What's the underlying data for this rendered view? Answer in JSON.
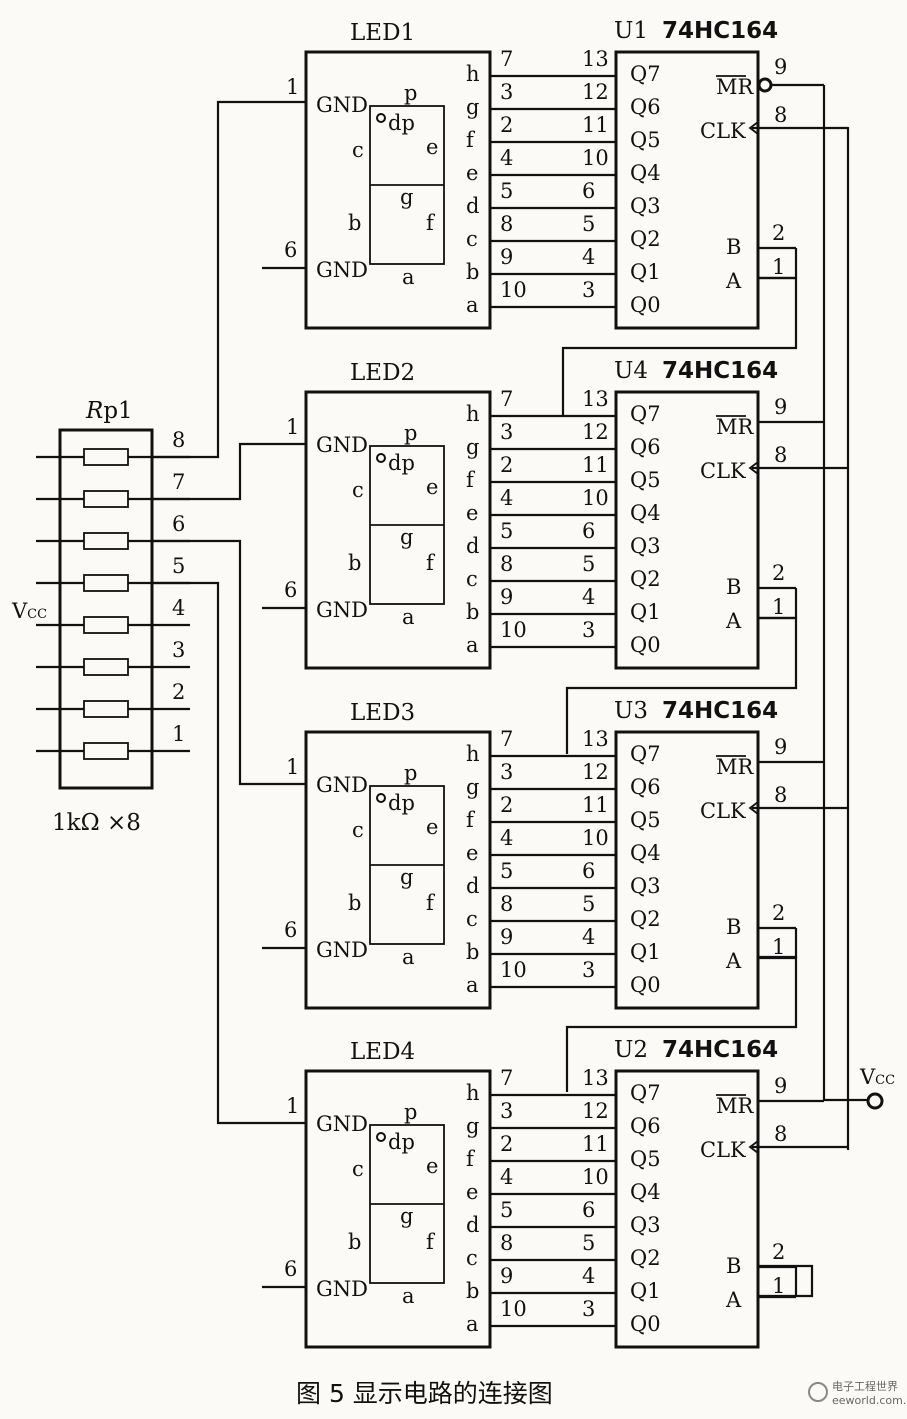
{
  "figure_caption": "图 5  显示电路的连接图",
  "watermark": {
    "text": "电子工程世界",
    "url": "eeworld.com.cn"
  },
  "colors": {
    "ink": "#111111",
    "paper": "#fbfaf7"
  },
  "vcc_label": "Vcc",
  "vcc_main": "V",
  "vcc_sub": "CC",
  "resistor_network": {
    "name_italic": "R",
    "name_rest": "p1",
    "value_label": "1kΩ ×8",
    "pins": [
      "8",
      "7",
      "6",
      "5",
      "4",
      "3",
      "2",
      "1"
    ]
  },
  "led_common": {
    "gnd_label": "GND",
    "gnd_pins": [
      "1",
      "6"
    ],
    "segment_labels": [
      "h",
      "g",
      "f",
      "e",
      "d",
      "c",
      "b",
      "a"
    ],
    "segment_pins": [
      "7",
      "3",
      "2",
      "4",
      "5",
      "8",
      "9",
      "10"
    ],
    "inner_labels": {
      "p": "p",
      "dp": "dp",
      "c": "c",
      "e": "e",
      "g": "g",
      "b": "b",
      "f": "f",
      "a": "a"
    }
  },
  "chip_common": {
    "part": "74HC164",
    "q_labels": [
      "Q7",
      "Q6",
      "Q5",
      "Q4",
      "Q3",
      "Q2",
      "Q1",
      "Q0"
    ],
    "q_pins": [
      "13",
      "12",
      "11",
      "10",
      "6",
      "5",
      "4",
      "3"
    ],
    "mr_label": "MR",
    "mr_pin": "9",
    "clk_label": "CLK",
    "clk_pin": "8",
    "b_label": "B",
    "b_pin": "2",
    "a_label": "A",
    "a_pin": "1"
  },
  "stages": [
    {
      "led_name": "LED1",
      "chip_ref": "U1"
    },
    {
      "led_name": "LED2",
      "chip_ref": "U4"
    },
    {
      "led_name": "LED3",
      "chip_ref": "U3"
    },
    {
      "led_name": "LED4",
      "chip_ref": "U2"
    }
  ]
}
